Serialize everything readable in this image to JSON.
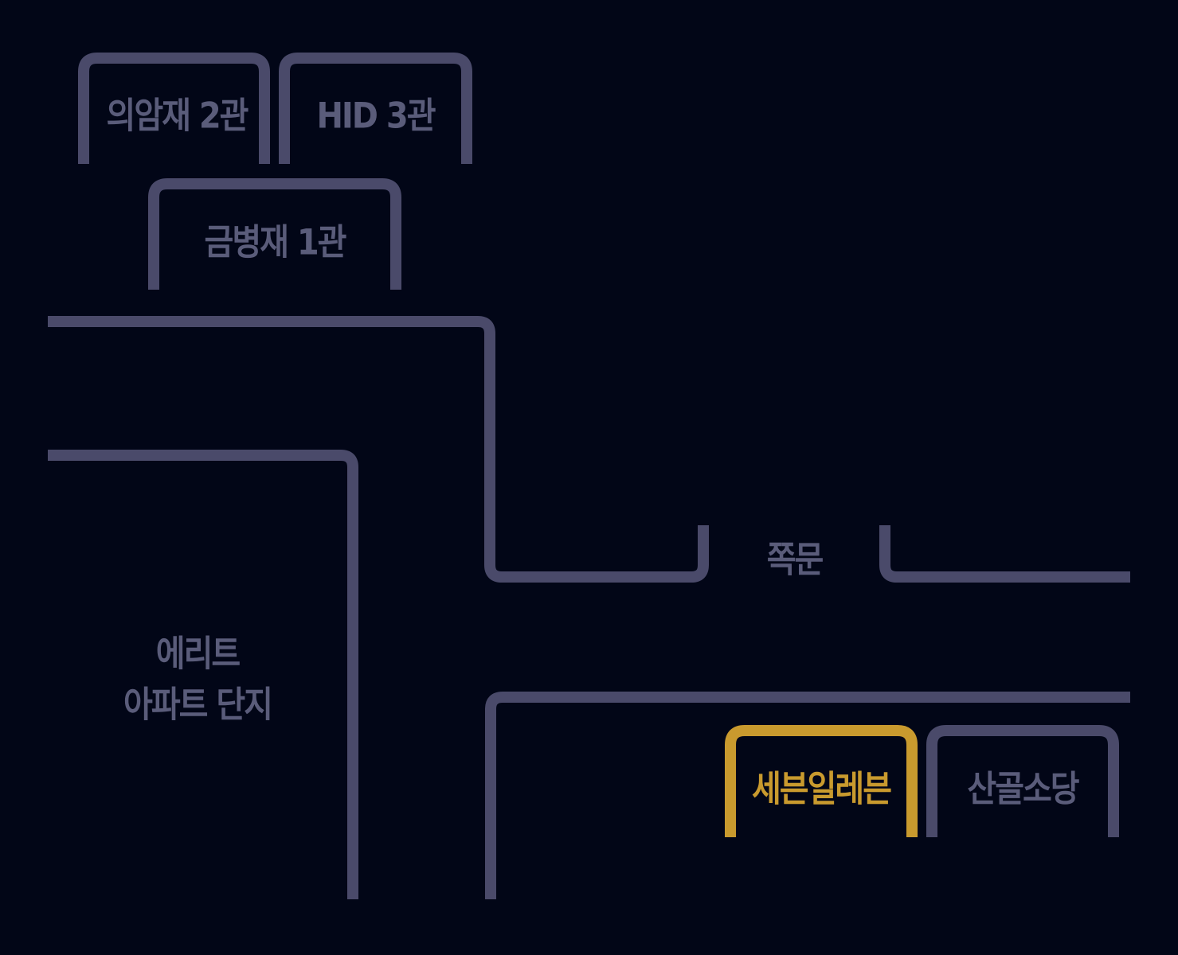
{
  "colors": {
    "background": "#020617",
    "outline": "#4a4a6a",
    "label": "#5a5c7a",
    "highlight": "#c99a2e"
  },
  "buildings": {
    "uiamjae_2": "의암재 2관",
    "hid_3": "HID 3관",
    "geumbyeongjae_1": "금병재 1관",
    "elite_apt_line1": "에리트",
    "elite_apt_line2": "아파트 단지",
    "seven_eleven": "세븐일레븐",
    "sangol_sodang": "산골소당"
  },
  "landmarks": {
    "side_gate": "쪽문"
  },
  "highlighted": "seven_eleven"
}
